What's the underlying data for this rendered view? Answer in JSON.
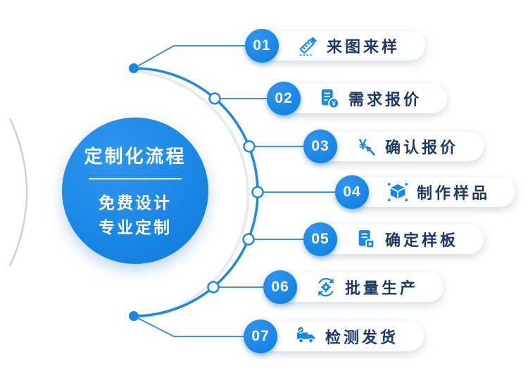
{
  "center_circle": {
    "title": "定制化流程",
    "subtitle_line1": "免费设计",
    "subtitle_line2": "专业定制"
  },
  "steps": [
    {
      "number": "01",
      "label": "来图来样",
      "icon": "ruler-pencil-icon"
    },
    {
      "number": "02",
      "label": "需求报价",
      "icon": "document-yen-icon"
    },
    {
      "number": "03",
      "label": "确认报价",
      "icon": "yen-cursor-icon"
    },
    {
      "number": "04",
      "label": "制作样品",
      "icon": "cube-parts-icon"
    },
    {
      "number": "05",
      "label": "确定样板",
      "icon": "document-stamp-icon"
    },
    {
      "number": "06",
      "label": "批量生产",
      "icon": "gear-cycle-icon"
    },
    {
      "number": "07",
      "label": "检测发货",
      "icon": "truck-check-icon"
    }
  ],
  "colors": {
    "primary_blue": "#1b87e6",
    "label_text": "#1d3a66",
    "left_arc_gray": "#cfcfcf"
  }
}
